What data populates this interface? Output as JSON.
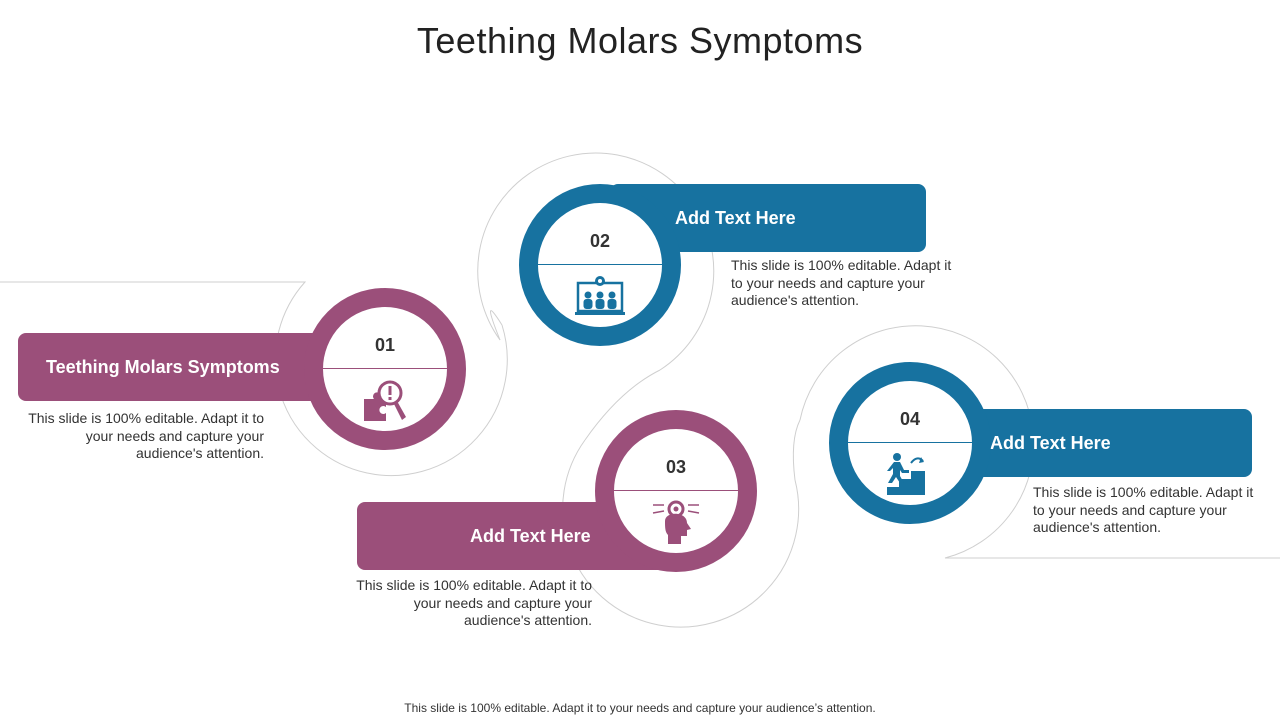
{
  "title": "Teething Molars Symptoms",
  "footer": "This slide is 100% editable. Adapt it to your needs and capture your audience’s attention.",
  "colors": {
    "purple": "#9b4f7a",
    "blue": "#1772a0",
    "outline": "#cccccc"
  },
  "steps": [
    {
      "number": "01",
      "heading": "Teething Molars Symptoms",
      "description": "This slide is 100% editable. Adapt it to your needs and capture your audience's attention.",
      "icon": "puzzle-magnifier-icon",
      "color": "purple"
    },
    {
      "number": "02",
      "heading": "Add Text Here",
      "description": "This slide is 100% editable. Adapt it to your needs and capture your audience's attention.",
      "icon": "presentation-team-icon",
      "color": "blue"
    },
    {
      "number": "03",
      "heading": "Add Text Here",
      "description": "This slide is 100% editable. Adapt it to your needs and capture your audience's attention.",
      "icon": "head-gear-idea-icon",
      "color": "purple"
    },
    {
      "number": "04",
      "heading": "Add Text Here",
      "description": "This slide is 100% editable. Adapt it to your needs and capture your audience's attention.",
      "icon": "climbing-stairs-icon",
      "color": "blue"
    }
  ]
}
